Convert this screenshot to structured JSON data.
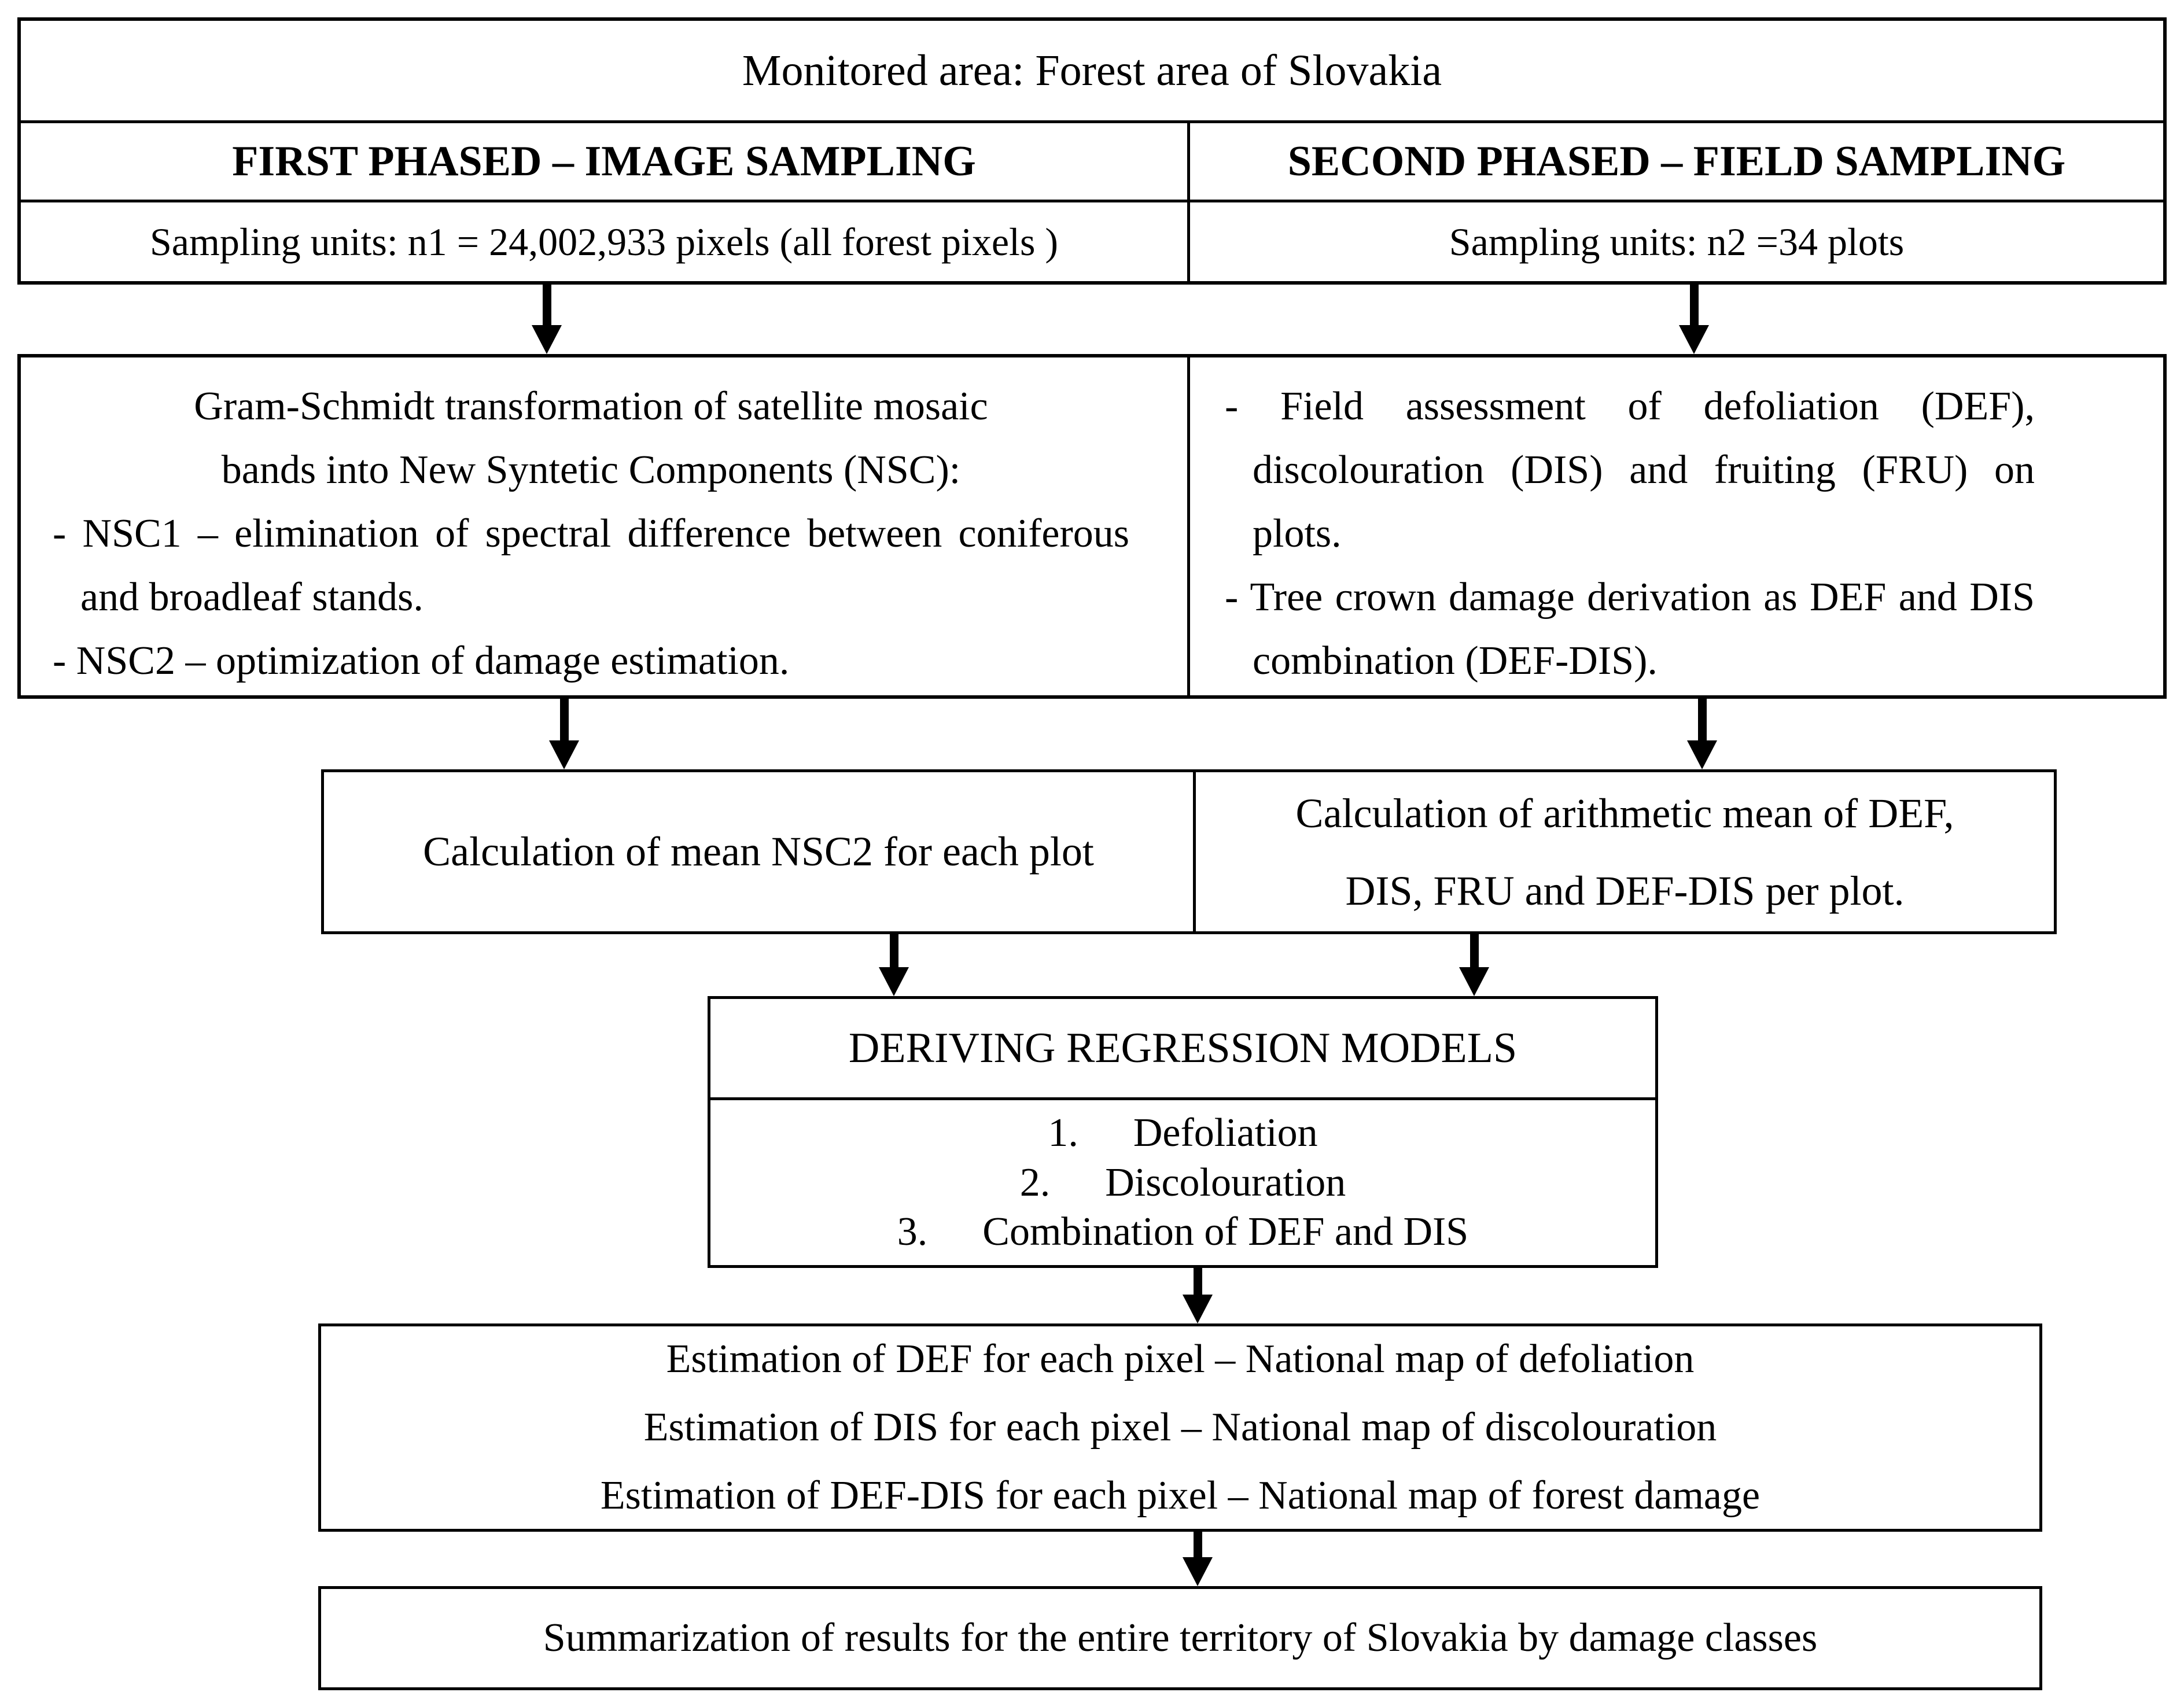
{
  "diagram": {
    "top_table": {
      "title": "Monitored area: Forest area of Slovakia",
      "col1_header": "FIRST PHASED – IMAGE SAMPLING",
      "col2_header": "SECOND PHASED – FIELD SAMPLING",
      "col1_sampling": "Sampling units: n1 = 24,002,933 pixels (all forest pixels )",
      "col2_sampling": "Sampling units: n2 =34 plots"
    },
    "image_processing_box": {
      "intro": "Gram-Schmidt transformation of satellite mosaic\nbands into New Syntetic Components (NSC):",
      "bullet1": "- NSC1 – elimination of spectral difference between coniferous and broadleaf stands.",
      "bullet2": "- NSC2 – optimization of damage estimation."
    },
    "field_assessment_box": {
      "bullet1": "- Field assessment of defoliation (DEF), discolouration (DIS) and fruiting (FRU) on plots.",
      "bullet2": "- Tree crown damage derivation as DEF and DIS combination (DEF-DIS)."
    },
    "mean_nsc2_box": "Calculation of mean NSC2 for each plot",
    "mean_field_box": "Calculation of arithmetic mean of DEF,\nDIS, FRU and DEF-DIS per plot.",
    "regression_box": {
      "header": "DERIVING REGRESSION MODELS",
      "items": [
        {
          "num": "1.",
          "label": "Defoliation"
        },
        {
          "num": "2.",
          "label": "Discolouration"
        },
        {
          "num": "3.",
          "label": "Combination of DEF and DIS"
        }
      ]
    },
    "estimation_box": {
      "lines": [
        "Estimation of DEF for each pixel – National map of defoliation",
        "Estimation of DIS for each pixel – National map of discolouration",
        "Estimation of DEF-DIS for each pixel – National map of forest damage"
      ]
    },
    "summary_box": "Summarization of results for the entire territory of Slovakia by damage classes",
    "icons": {
      "down_arrow": "▼"
    }
  }
}
